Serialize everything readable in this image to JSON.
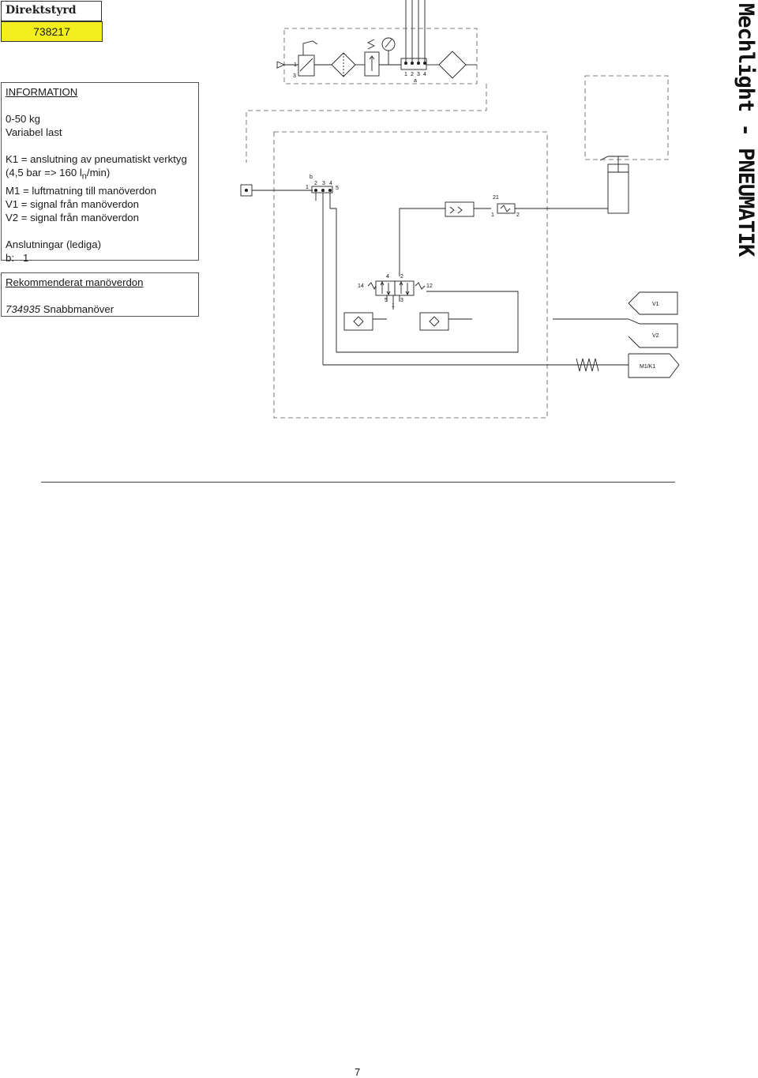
{
  "header": {
    "title": "Direktstyrd",
    "number": "738217"
  },
  "info": {
    "heading": "INFORMATION",
    "load_range": "0-50 kg",
    "load_type": "Variabel last",
    "k1_line1": "K1 = anslutning av pneumatiskt verktyg",
    "k1_line2_pre": "(4,5 bar => 160 l",
    "k1_line2_sub": "n",
    "k1_line2_post": "/min)",
    "m1": "M1 = luftmatning till manöverdon",
    "v1": "V1 = signal från manöverdon",
    "v2": "V2 = signal från manöverdon",
    "connections_label": "Anslutningar (lediga)",
    "connections_b_key": "b:",
    "connections_b_val": "1"
  },
  "recommended": {
    "title": "Rekommenderat manöverdon",
    "code": "734935",
    "name": "Snabbmanöver"
  },
  "side_title": "Mechlight - PNEUMATIK",
  "page_number": "7",
  "diagram": {
    "port_labels": {
      "valve_top_1": "1",
      "valve_top_3": "3",
      "manifold_a_1": "1",
      "manifold_a_2": "2",
      "manifold_a_3": "3",
      "manifold_a_4": "4",
      "manifold_a_name": "a",
      "manifold_b_name": "b",
      "manifold_b_1": "1",
      "manifold_b_2": "2",
      "manifold_b_3": "3",
      "manifold_b_4": "4",
      "manifold_b_5": "5",
      "main_valve_14": "14",
      "main_valve_12": "12",
      "main_valve_4": "4",
      "main_valve_2": "2",
      "main_valve_5": "5",
      "main_valve_1": "1",
      "main_valve_3": "3",
      "check_21": "21",
      "check_1": "1",
      "check_2": "2"
    },
    "signals": {
      "v1": "V1",
      "v2": "V2",
      "m1k1": "M1/K1"
    }
  }
}
